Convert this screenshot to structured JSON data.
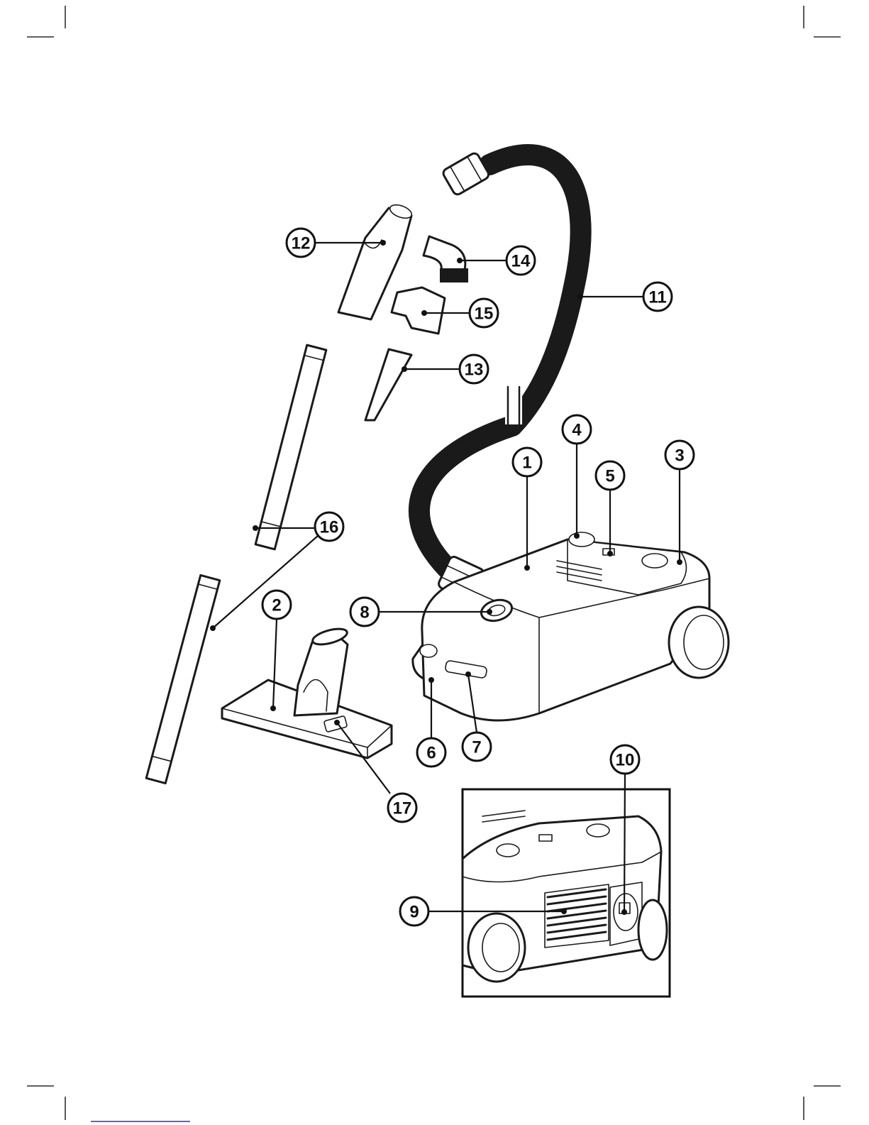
{
  "diagram": {
    "callouts": [
      {
        "label": "1"
      },
      {
        "label": "2"
      },
      {
        "label": "3"
      },
      {
        "label": "4"
      },
      {
        "label": "5"
      },
      {
        "label": "6"
      },
      {
        "label": "7"
      },
      {
        "label": "8"
      },
      {
        "label": "9"
      },
      {
        "label": "10"
      },
      {
        "label": "11"
      },
      {
        "label": "12"
      },
      {
        "label": "13"
      },
      {
        "label": "14"
      },
      {
        "label": "15"
      },
      {
        "label": "16"
      },
      {
        "label": "17"
      }
    ]
  },
  "colors": {
    "ink": "#1a1a1a",
    "paper": "#ffffff",
    "footer_rule": "#2b2bd0"
  }
}
